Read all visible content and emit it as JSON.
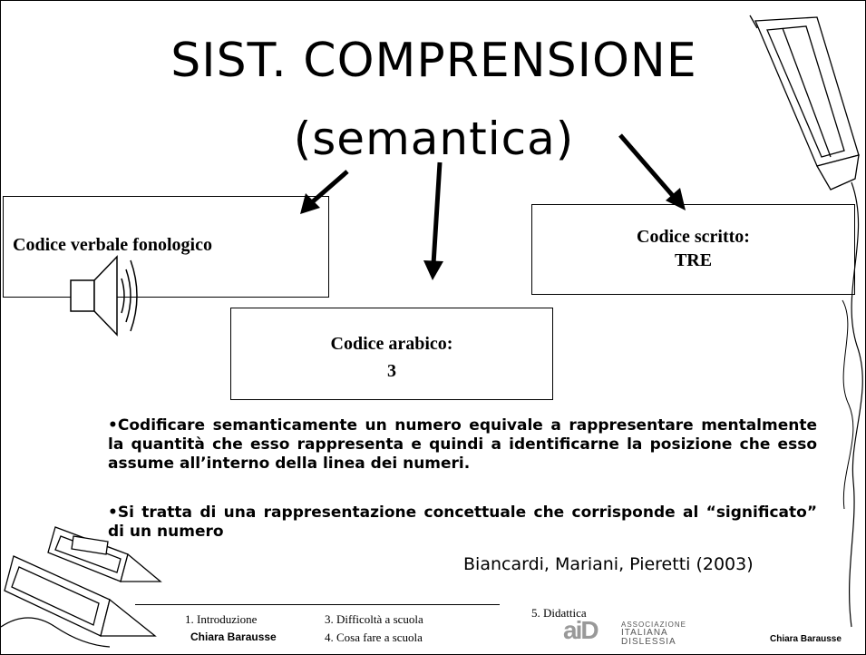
{
  "slide": {
    "title": "SIST. COMPRENSIONE",
    "subtitle": "(semantica)",
    "boxes": {
      "verbal": "Codice verbale fonologico",
      "written_label": "Codice scritto:",
      "written_value": "TRE",
      "arabic_label": "Codice arabico:",
      "arabic_value": "3"
    },
    "paragraphs": [
      "•Codificare semanticamente un numero equivale a rappresentare mentalmente la quantità che esso rappresenta e quindi a identificarne la posizione che esso assume all’interno della linea dei numeri.",
      "•Si tratta di una rappresentazione concettuale che corrisponde al “significato” di un numero"
    ],
    "citation": "Biancardi, Mariani, Pieretti (2003)"
  },
  "footer": {
    "nav1": "1. Introduzione",
    "author_left": "Chiara Barausse",
    "nav3": "3. Difficoltà a scuola",
    "nav4": "4. Cosa fare a scuola",
    "nav5": "5. Didattica",
    "logo_letters": "aiD",
    "logo_text": [
      "ASSOCIAZIONE",
      "ITALIANA",
      "DISLESSIA"
    ],
    "author_right": "Chiara Barausse"
  },
  "icons": [
    "speaker-icon",
    "pencil-decoration",
    "pencils-decoration",
    "swirl-decoration"
  ],
  "colors": {
    "logo_dark": "#333333",
    "logo_light": "#999999"
  }
}
